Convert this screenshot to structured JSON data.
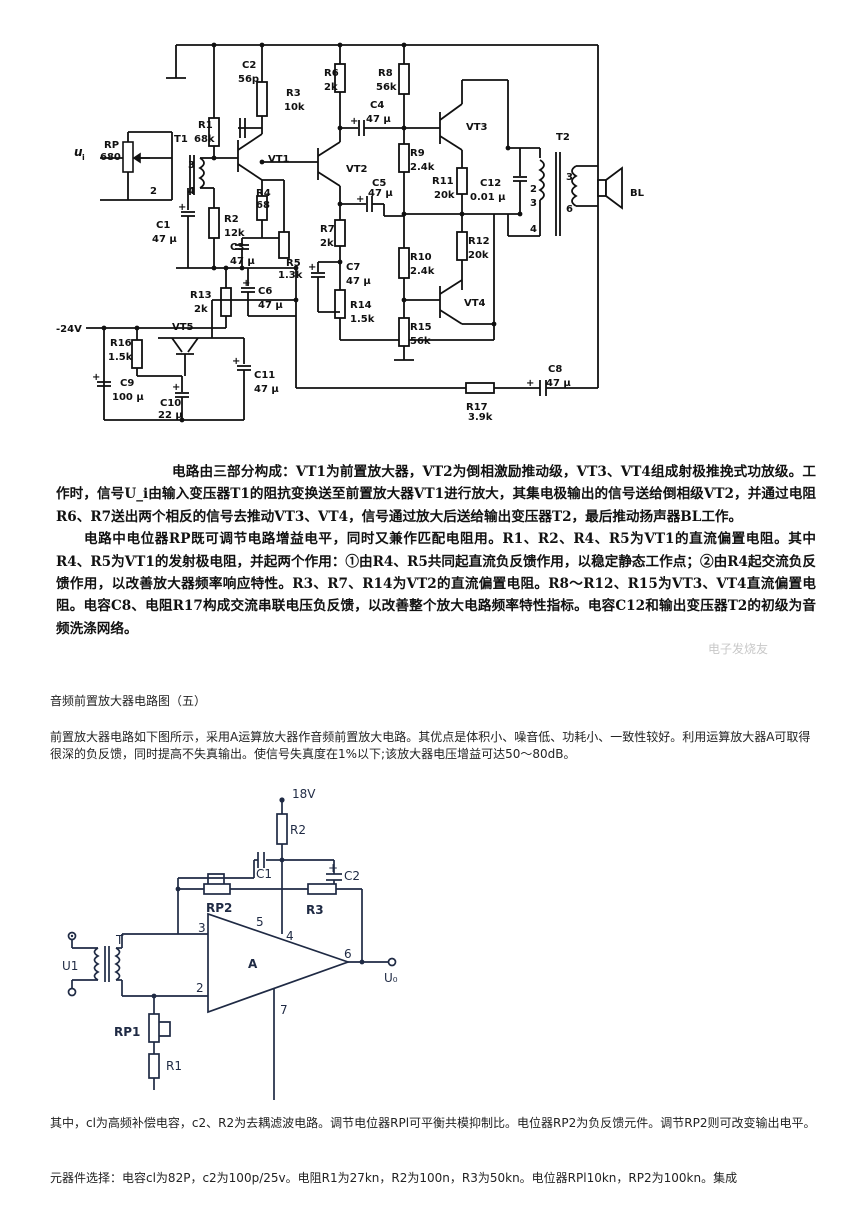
{
  "figure1": {
    "labels": {
      "ui": "u",
      "ui_sub": "i",
      "rp": "RP",
      "rp_val": "680",
      "t1": "T1",
      "t1_p3": "3",
      "t1_p2": "2",
      "t1_p4": "4",
      "r1": "R1",
      "r1_val": "68k",
      "c1": "C1",
      "c1_val": "47 μ",
      "c2": "C2",
      "c2_val": "56p",
      "r3": "R3",
      "r3_val": "10k",
      "vt1": "VT1",
      "r4": "R4",
      "r4_val": "68",
      "r2": "R2",
      "r2_val": "12k",
      "c3": "C3",
      "c3_val": "47 μ",
      "r5": "R5",
      "r5_val": "1.3k",
      "c6": "C6",
      "c6_val": "47 μ",
      "r13": "R13",
      "r13_val": "2k",
      "m24v": "-24V",
      "vt5": "VT5",
      "r16": "R16",
      "r16_val": "1.5k",
      "c9": "C9",
      "c9_val": "100 μ",
      "c10": "C10",
      "c10_val": "22 μ",
      "c11": "C11",
      "c11_val": "47 μ",
      "r6": "R6",
      "r6_val": "2k",
      "r8": "R8",
      "r8_val": "56k",
      "c4": "C4",
      "c4_val": "47 μ",
      "vt2": "VT2",
      "c5": "C5",
      "c5_val": "47 μ",
      "r7": "R7",
      "r7_val": "2k",
      "c7": "C7",
      "c7_val": "47 μ",
      "r14": "R14",
      "r14_val": "1.5k",
      "r9": "R9",
      "r9_val": "2.4k",
      "vt3": "VT3",
      "r11": "R11",
      "r11_val": "20k",
      "c12": "C12",
      "c12_val": "0.01 μ",
      "r10": "R10",
      "r10_val": "2.4k",
      "r12": "R12",
      "r12_val": "20k",
      "vt4": "VT4",
      "r15": "R15",
      "r15_val": "56k",
      "t2": "T2",
      "t2_p2": "2",
      "t2_p3a": "3",
      "t2_p4": "4",
      "t2_p3b": "3",
      "t2_p6": "6",
      "bl": "BL",
      "c8": "C8",
      "c8_val": "47 μ",
      "r17": "R17",
      "r17_val": "3.9k"
    }
  },
  "description": {
    "p1": "电路由三部分构成：VT1为前置放大器，VT2为倒相激励推动级，VT3、VT4组成射极推挽式功放级。工作时，信号U_i由输入变压器T1的阻抗变换送至前置放大器VT1进行放大，其集电极输出的信号送给倒相级VT2，并通过电阻R6、R7送出两个相反的信号去推动VT3、VT4，信号通过放大后送给输出变压器T2，最后推动扬声器BL工作。",
    "p2": "电路中电位器RP既可调节电路增益电平，同时又兼作匹配电阻用。R1、R2、R4、R5为VT1的直流偏置电阻。其中R4、R5为VT1的发射极电阻，并起两个作用：①由R4、R5共同起直流负反馈作用，以稳定静态工作点；②由R4起交流负反馈作用，以改善放大器频率响应特性。R3、R7、R14为VT2的直流偏置电阻。R8～R12、R15为VT3、VT4直流偏置电阻。电容C8、电阻R17构成交流串联电压负反馈，以改善整个放大电路频率特性指标。电容C12和输出变压器T2的初级为音频洗涤网络。",
    "watermark": "电子发烧友"
  },
  "section_title": "音频前置放大器电路图（五）",
  "intro_text": "前置放大器电路如下图所示，采用A运算放大器作音频前置放大电路。其优点是体积小、噪音低、功耗小、一致性较好。利用运算放大器A可取得很深的负反馈，同时提高不失真输出。使信号失真度在1%以下;该放大器电压增益可达50～80dB。",
  "figure2": {
    "labels": {
      "v18": "18V",
      "r2": "R2",
      "c1": "C1",
      "c2": "C2",
      "rp2": "RP2",
      "r3": "R3",
      "pin5": "5",
      "pin4": "4",
      "pin3": "3",
      "t": "T",
      "ui": "U1",
      "a": "A",
      "pin6": "6",
      "uo": "U₀",
      "pin2": "2",
      "pin7": "7",
      "rp1": "RP1",
      "r1": "R1"
    }
  },
  "explain_text": "其中，cl为高频补偿电容，c2、R2为去耦滤波电路。调节电位器RPl可平衡共模抑制比。电位器RP2为负反馈元件。调节RP2则可改变输出电平。",
  "components_text": "元器件选择：电容cl为82P，c2为100p/25v。电阻R1为27kn，R2为100n，R3为50kn。电位器RPl10kn，RP2为100kn。集成"
}
